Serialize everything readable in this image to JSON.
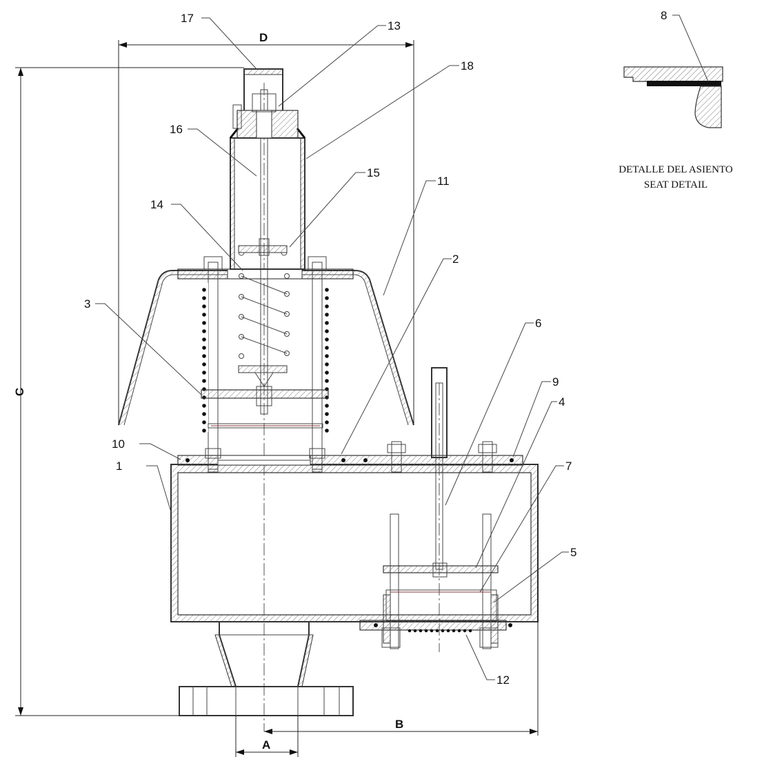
{
  "callouts": [
    "1",
    "2",
    "3",
    "4",
    "5",
    "6",
    "7",
    "8",
    "9",
    "10",
    "11",
    "12",
    "13",
    "14",
    "15",
    "16",
    "17",
    "18"
  ],
  "dimensions": {
    "a": "A",
    "b": "B",
    "c": "C",
    "d": "D"
  },
  "detail": {
    "caption_es": "DETALLE DEL ASIENTO",
    "caption_en": "SEAT DETAIL"
  }
}
